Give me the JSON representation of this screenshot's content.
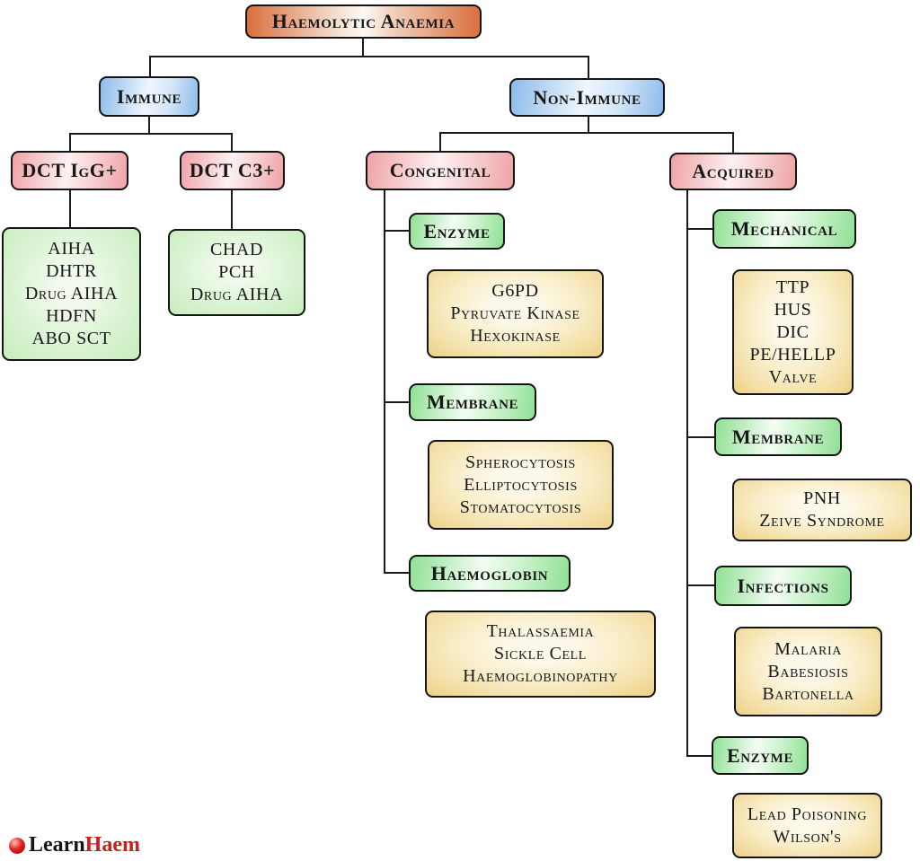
{
  "diagram_title": "Haemolytic Anaemia",
  "colors": {
    "root_orange": "#d96f3e",
    "immune_blue": "#8cbbea",
    "category_pink": "#efa2a6",
    "subtype_green": "#8fe094",
    "list_green": "#c6ecbc",
    "detail_yellow": "#eed189",
    "line_black": "#1a1a1a",
    "logo_red": "#cc1c1c"
  },
  "nodes": {
    "root": {
      "label": "Haemolytic Anaemia"
    },
    "immune": {
      "label": "Immune"
    },
    "non_immune": {
      "label": "Non-Immune"
    },
    "dct_igg": {
      "label": "DCT IgG+"
    },
    "dct_c3": {
      "label": "DCT C3+"
    },
    "dct_igg_list": {
      "lines": [
        "AIHA",
        "DHTR",
        "Drug AIHA",
        "HDFN",
        "ABO SCT"
      ]
    },
    "dct_c3_list": {
      "lines": [
        "CHAD",
        "PCH",
        "Drug AIHA"
      ]
    },
    "congenital": {
      "label": "Congenital"
    },
    "acquired": {
      "label": "Acquired"
    },
    "cong_enzyme": {
      "label": "Enzyme"
    },
    "cong_enzyme_list": {
      "lines": [
        "G6PD",
        "Pyruvate Kinase",
        "Hexokinase"
      ]
    },
    "cong_membrane": {
      "label": "Membrane"
    },
    "cong_membrane_list": {
      "lines": [
        "Spherocytosis",
        "Elliptocytosis",
        "Stomatocytosis"
      ]
    },
    "cong_haemoglobin": {
      "label": "Haemoglobin"
    },
    "cong_haemoglobin_list": {
      "lines": [
        "Thalassaemia",
        "Sickle Cell",
        "Haemoglobinopathy"
      ]
    },
    "acq_mechanical": {
      "label": "Mechanical"
    },
    "acq_mechanical_list": {
      "lines": [
        "TTP",
        "HUS",
        "DIC",
        "PE/HELLP",
        "Valve"
      ]
    },
    "acq_membrane": {
      "label": "Membrane"
    },
    "acq_membrane_list": {
      "lines": [
        "PNH",
        "Zeive Syndrome"
      ]
    },
    "acq_infections": {
      "label": "Infections"
    },
    "acq_infections_list": {
      "lines": [
        "Malaria",
        "Babesiosis",
        "Bartonella"
      ]
    },
    "acq_enzyme": {
      "label": "Enzyme"
    },
    "acq_enzyme_list": {
      "lines": [
        "Lead Poisoning",
        "Wilson's"
      ]
    }
  },
  "logo": {
    "learn": "Learn",
    "haem": "Haem"
  }
}
